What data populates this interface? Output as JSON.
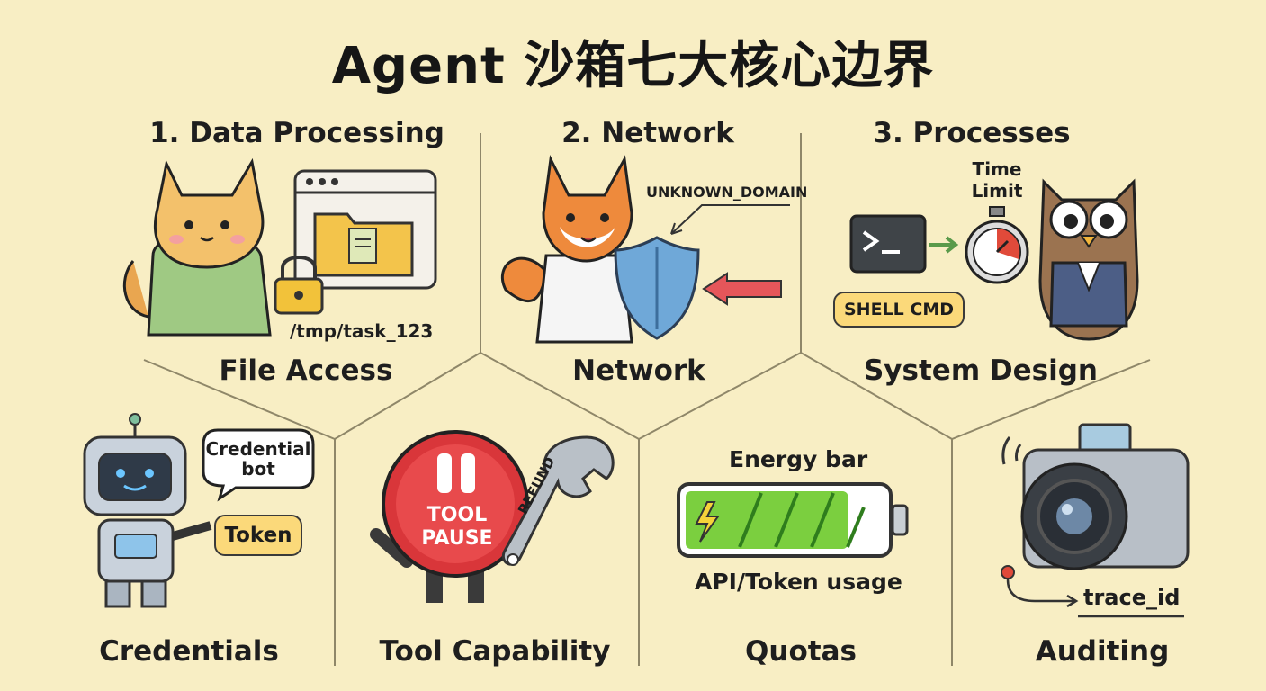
{
  "title": "Agent 沙箱七大核心边界",
  "panels": {
    "data_processing": {
      "header": "1. Data Processing",
      "path": "/tmp/task_123",
      "footer": "File Access"
    },
    "network": {
      "header": "2. Network",
      "callout": "UNKNOWN_DOMAIN",
      "footer": "Network"
    },
    "processes": {
      "header": "3. Processes",
      "time_limit_line1": "Time",
      "time_limit_line2": "Limit",
      "badge": "SHELL CMD",
      "footer": "System Design"
    },
    "credentials": {
      "bubble_line1": "Credential",
      "bubble_line2": "bot",
      "token": "Token",
      "footer": "Credentials"
    },
    "tool_capability": {
      "button_line1": "TOOL",
      "button_line2": "PAUSE",
      "wrench_text": "REFUND",
      "footer": "Tool Capability"
    },
    "quotas": {
      "top_label": "Energy bar",
      "bottom_label": "API/Token usage",
      "energy_level": 0.82,
      "footer": "Quotas"
    },
    "auditing": {
      "trace": "trace_id",
      "footer": "Auditing"
    }
  },
  "colors": {
    "background": "#f8eec4",
    "divider": "#8f8769",
    "lock": "#f2c23a",
    "shield": "#6fa8d8",
    "arrow": "#e5565a",
    "button": "#d9363a",
    "energy": "#7bcf3f",
    "badge": "#fbd97a"
  },
  "icons": [
    "cat-mascot",
    "browser-folder-icon",
    "padlock-icon",
    "fox-mascot",
    "shield-icon",
    "terminal-icon",
    "stopwatch-icon",
    "owl-mascot",
    "robot-mascot",
    "pause-button-character",
    "wrench-icon",
    "battery-icon",
    "camera-icon"
  ]
}
